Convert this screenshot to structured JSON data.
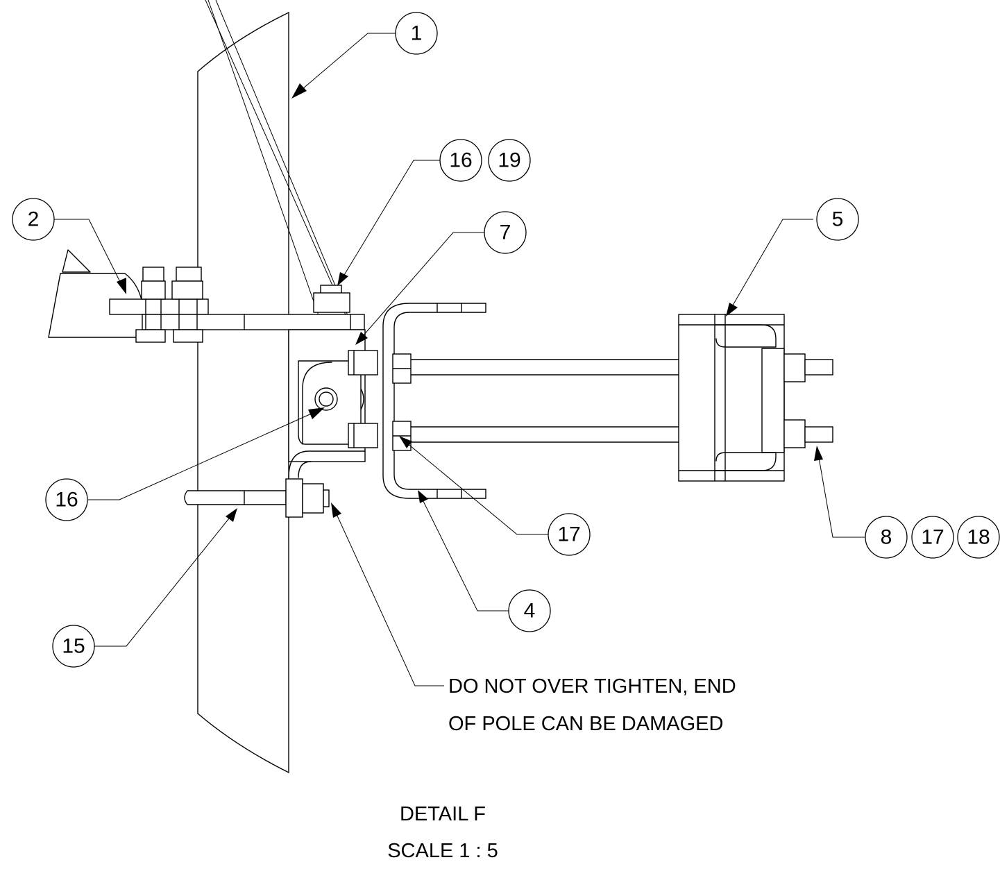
{
  "balloons": {
    "b1": "1",
    "b2": "2",
    "b4": "4",
    "b5": "5",
    "b7": "7",
    "b15": "15",
    "b16a": "16",
    "b19": "19",
    "b16b": "16",
    "b17": "17",
    "b8": "8",
    "b17b": "17",
    "b18": "18"
  },
  "note": {
    "line1": "DO NOT OVER TIGHTEN, END",
    "line2": "OF POLE CAN BE DAMAGED"
  },
  "caption": {
    "title": "DETAIL F",
    "scale": "SCALE 1 : 5"
  }
}
